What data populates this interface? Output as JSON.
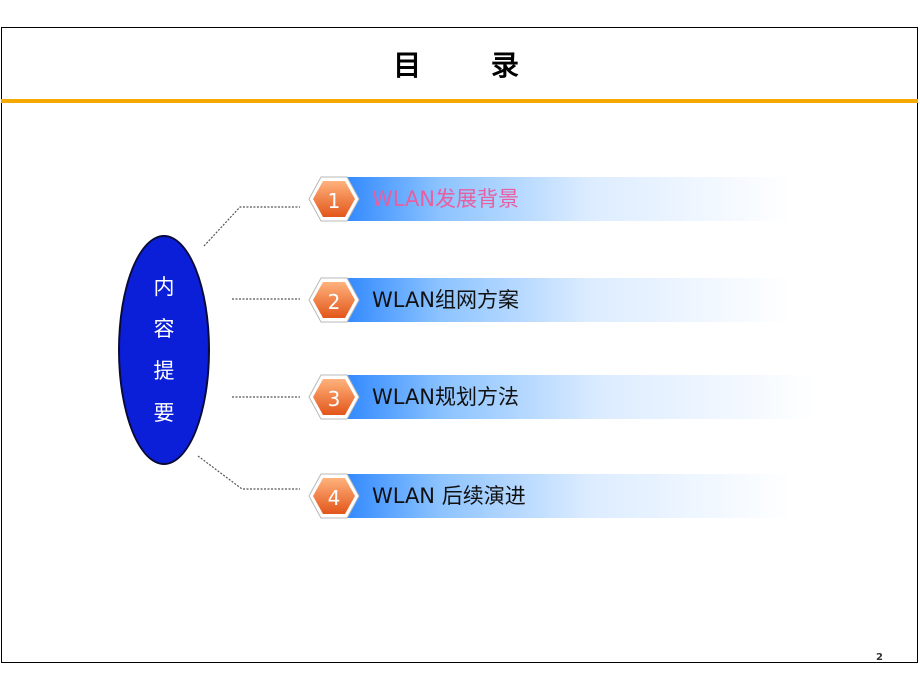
{
  "title": "目  录",
  "side_label": [
    "内",
    "容",
    "提",
    "要"
  ],
  "items": [
    {
      "number": "1",
      "label": "WLAN发展背景"
    },
    {
      "number": "2",
      "label": "WLAN组网方案"
    },
    {
      "number": "3",
      "label": "WLAN规划方法"
    },
    {
      "number": "4",
      "label": "WLAN 后续演进"
    }
  ],
  "page_number": "2",
  "colors": {
    "accent_rule": "#f5a800",
    "oval_fill": "#0b1fd8",
    "hex_orange": "#f47a3a",
    "active_label": "#e85ea0"
  }
}
